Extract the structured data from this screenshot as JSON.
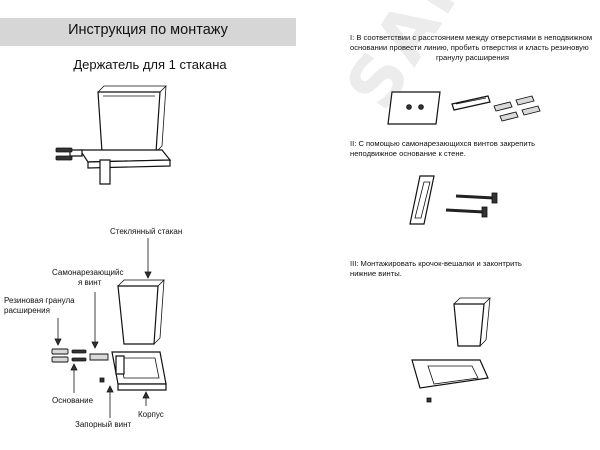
{
  "header": {
    "title": "Инструкция по монтажу"
  },
  "subtitle": "Держатель для 1 стакана",
  "labels": {
    "glass": "Стеклянный стакан",
    "screw_line1": "Самонарезающийс",
    "screw_line2": "я винт",
    "rubber_line1": "Резиновая гранула",
    "rubber_line2": "расширения",
    "base": "Основание",
    "body": "Корпус",
    "locking_screw": "Запорный винт"
  },
  "steps": {
    "step1_line1": "I: В соответствии с расстоянием между отверстиями в неподвижном",
    "step1_line2": "основании провести линию, пробить отверстия и класть резиновую",
    "step1_line3": "гранулу расширения",
    "step2_line1": "II: С помощью самонарезающихся винтов закрепить",
    "step2_line2": "неподвижное основание к стене.",
    "step3_line1": "III: Монтажировать крочок-вешалки и законтрить",
    "step3_line2": "нижние винты."
  },
  "watermark": "SANITbY"
}
